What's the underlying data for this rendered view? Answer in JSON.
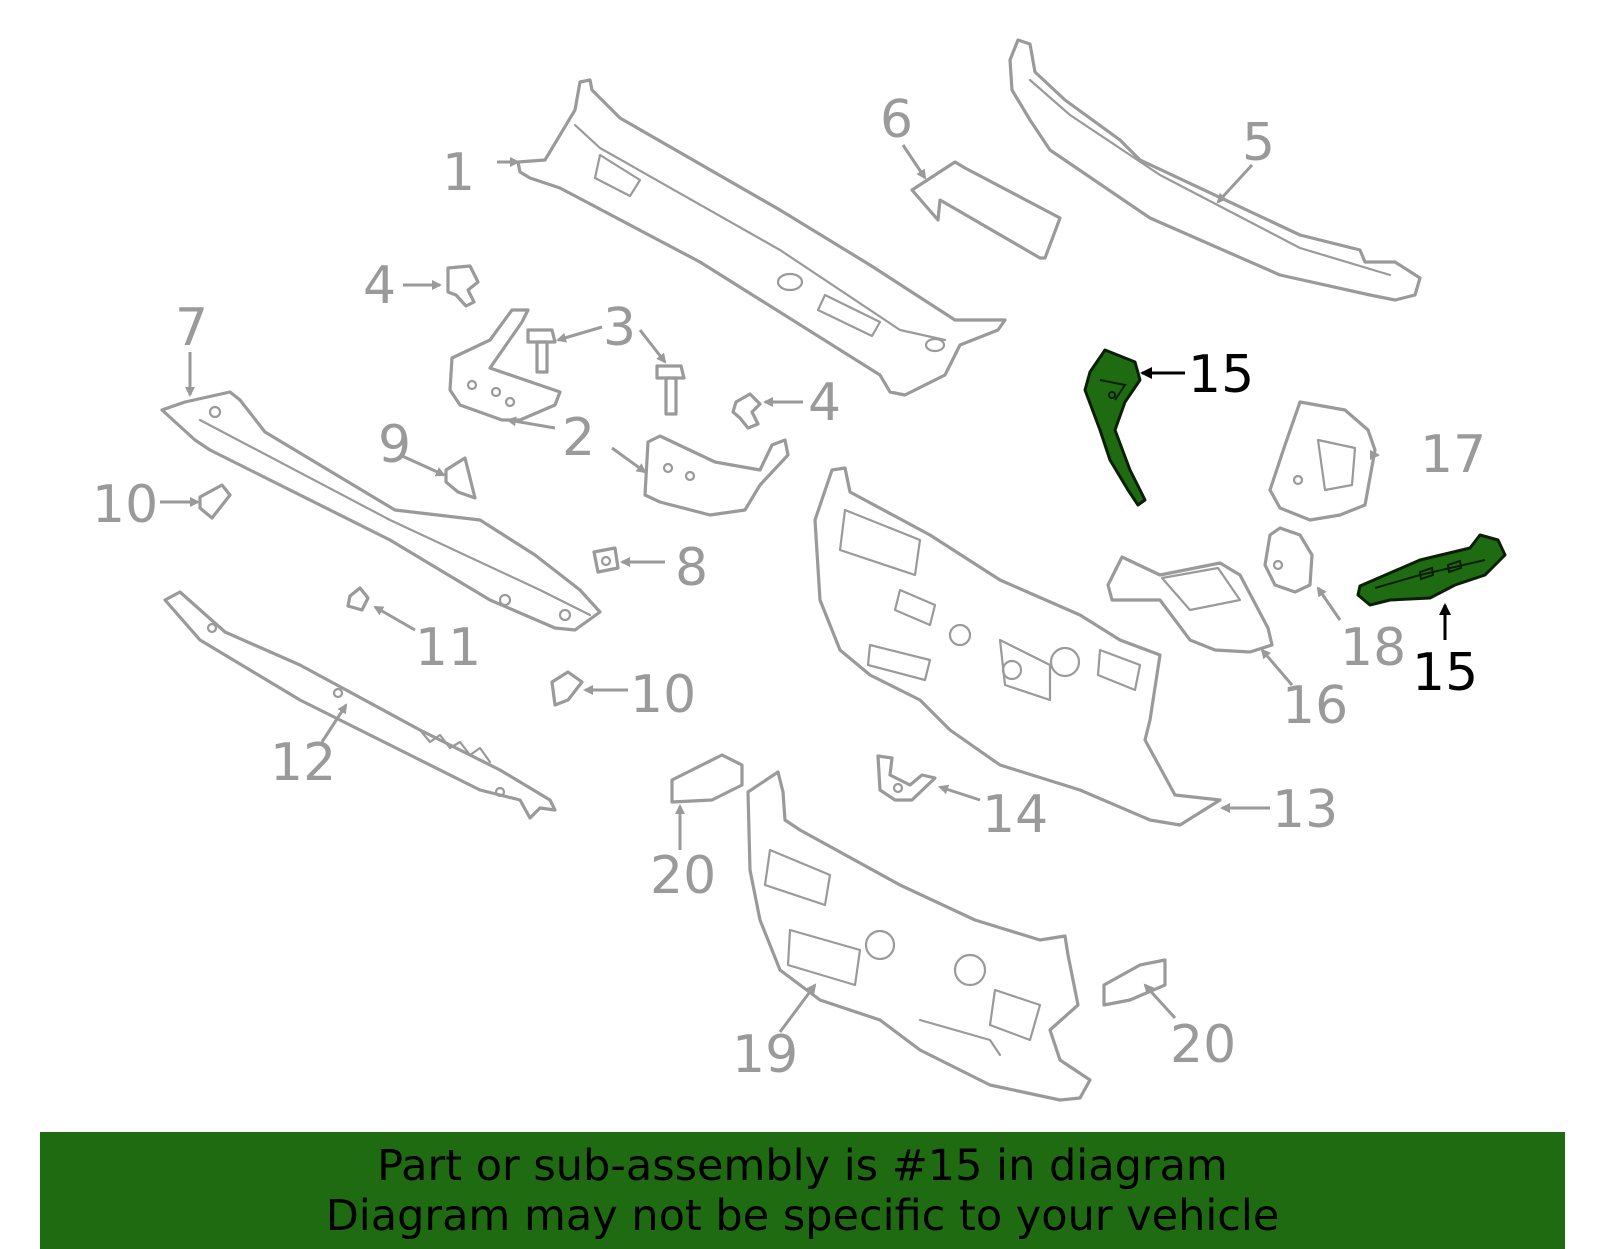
{
  "diagram": {
    "highlight_color": "#1f6b12",
    "part_color": "#9a9a9a",
    "callouts": {
      "c1": "1",
      "c2": "2",
      "c3": "3",
      "c4a": "4",
      "c4b": "4",
      "c5": "5",
      "c6": "6",
      "c7": "7",
      "c8": "8",
      "c9": "9",
      "c10a": "10",
      "c10b": "10",
      "c11": "11",
      "c12": "12",
      "c13": "13",
      "c14": "14",
      "c15a": "15",
      "c15b": "15",
      "c16": "16",
      "c17": "17",
      "c18": "18",
      "c19": "19",
      "c20a": "20",
      "c20b": "20"
    }
  },
  "banner": {
    "line1": "Part or sub-assembly is #15 in diagram",
    "line2": "Diagram may not be specific to your vehicle",
    "background": "#1f6b12"
  }
}
